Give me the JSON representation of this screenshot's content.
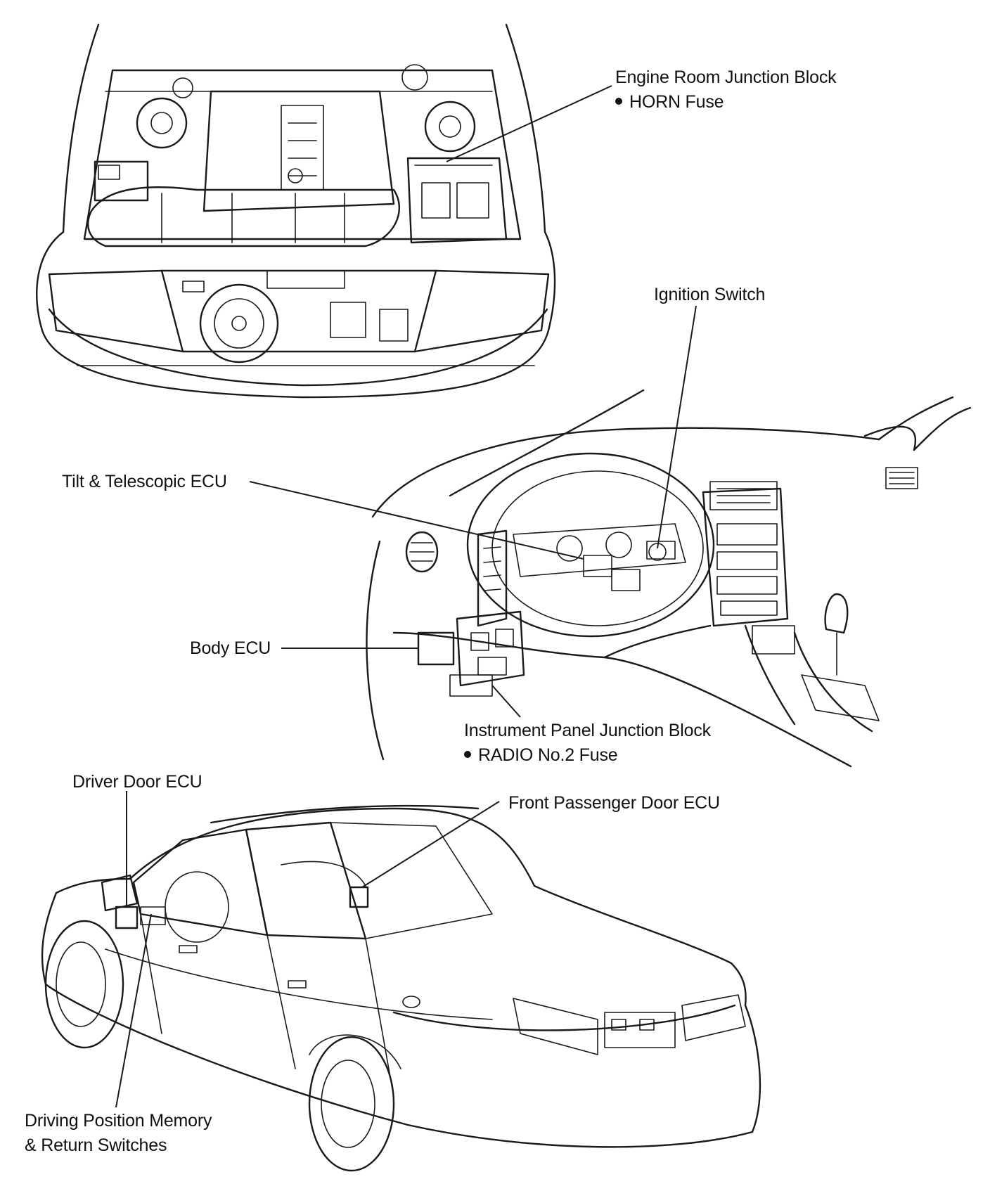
{
  "labels": {
    "engine_room_junction_block": "Engine Room Junction Block",
    "horn_fuse": "HORN Fuse",
    "ignition_switch": "Ignition Switch",
    "tilt_telescopic_ecu": "Tilt & Telescopic ECU",
    "body_ecu": "Body ECU",
    "instrument_panel_junction_block": "Instrument Panel Junction Block",
    "radio_no2_fuse": "RADIO No.2 Fuse",
    "driver_door_ecu": "Driver Door ECU",
    "front_passenger_door_ecu": "Front Passenger Door ECU",
    "driving_position_memory": "Driving Position Memory",
    "return_switches": "& Return Switches"
  }
}
